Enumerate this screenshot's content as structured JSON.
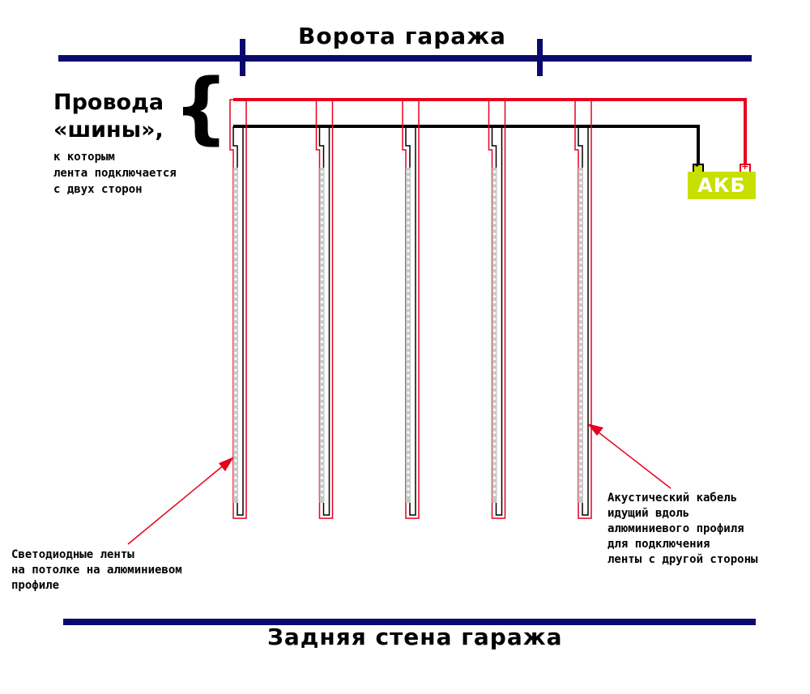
{
  "title_top": "Ворота гаража",
  "title_bottom": "Задняя стена гаража",
  "bus_label": {
    "line1": "Провода",
    "line2": "«шины»,",
    "brace": "{",
    "sub": [
      "к которым",
      "лента подключается",
      "с двух сторон"
    ]
  },
  "battery": {
    "label": "АКБ",
    "neg_symbol": "-",
    "pos_symbol": "+"
  },
  "note_led": [
    "Светодиодные ленты",
    "на потолке на алюминиевом",
    "профиле"
  ],
  "note_cable": [
    "Акустический кабель",
    "идущий вдоль",
    "алюминиевого профиля",
    "для подключения",
    "ленты с другой стороны"
  ],
  "colors": {
    "wall": "#0a0a6e",
    "positive_wire": "#e6001e",
    "negative_wire": "#000000",
    "led_strip": "#c8c8c8",
    "battery": "#c8e000",
    "pointer": "#e6001e"
  },
  "strip_count": 5
}
